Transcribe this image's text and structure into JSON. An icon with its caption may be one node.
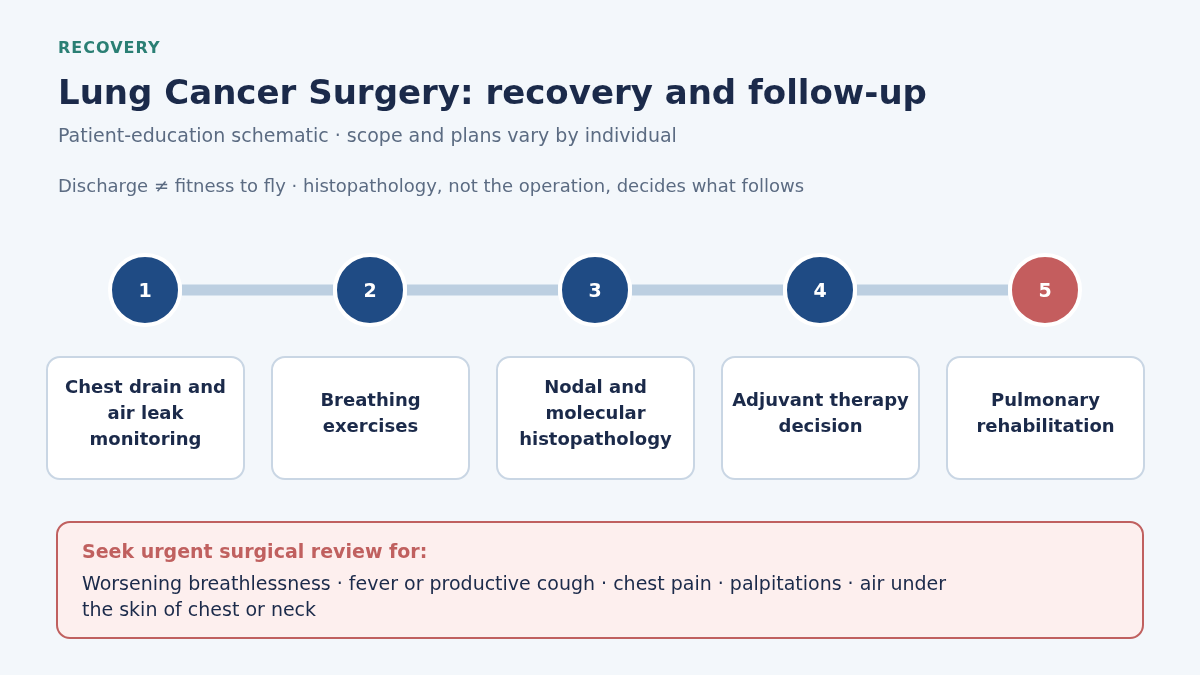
{
  "diagram": {
    "title": "Lung Cancer Surgery: recovery and follow-up",
    "nodes": [
      {
        "text": [
          "1"
        ]
      },
      {
        "text": [
          "2"
        ]
      },
      {
        "text": [
          "3"
        ]
      },
      {
        "text": [
          "4"
        ]
      },
      {
        "text": [
          "5"
        ]
      },
      {
        "text": [
          "Chest drain and air leak monitoring"
        ]
      },
      {
        "text": [
          "Breathing exercises"
        ]
      },
      {
        "text": [
          "Nodal and molecular histopathology"
        ]
      },
      {
        "text": [
          "Adjuvant therapy decision"
        ]
      },
      {
        "text": [
          "Pulmonary rehabilitation"
        ]
      },
      {
        "text": [
          "Seek urgent surgical review for:",
          "Worsening breathlessness · fever or productive cough · chest pain · palpitations · air under the skin of chest or neck"
        ]
      }
    ],
    "edges": [
      {
        "from": 0,
        "to": 1,
        "arrow": "none"
      },
      {
        "from": 1,
        "to": 2,
        "arrow": "none"
      },
      {
        "from": 2,
        "to": 3,
        "arrow": "none"
      },
      {
        "from": 3,
        "to": 4,
        "arrow": "none"
      }
    ],
    "labels": [
      "RECOVERY",
      "Patient-education schematic · scope and plans vary by individual",
      "Discharge ≠ fitness to fly · histopathology, not the operation, decides what follows"
    ]
  }
}
